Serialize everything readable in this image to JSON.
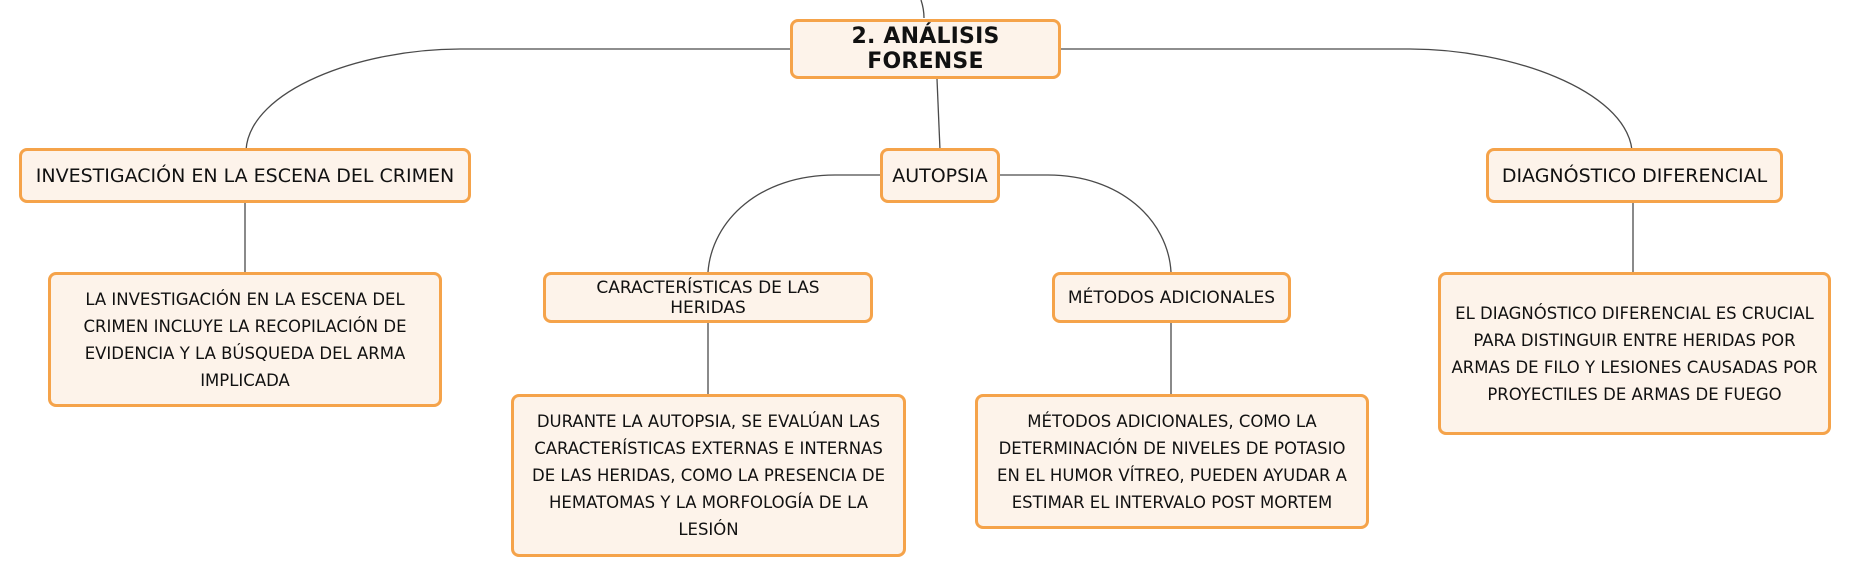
{
  "map": {
    "root": "2. ANÁLISIS FORENSE",
    "branches": {
      "escena": {
        "label": "INVESTIGACIÓN EN LA ESCENA DEL CRIMEN",
        "detail": "LA INVESTIGACIÓN EN LA ESCENA DEL CRIMEN INCLUYE LA RECOPILACIÓN DE EVIDENCIA Y LA BÚSQUEDA DEL ARMA IMPLICADA"
      },
      "autopsia": {
        "label": "AUTOPSIA",
        "heridas": {
          "label": "CARACTERÍSTICAS DE LAS HERIDAS",
          "detail": "DURANTE LA AUTOPSIA, SE EVALÚAN LAS CARACTERÍSTICAS EXTERNAS E INTERNAS DE LAS HERIDAS, COMO LA PRESENCIA DE HEMATOMAS Y LA MORFOLOGÍA DE LA LESIÓN"
        },
        "metodos": {
          "label": "MÉTODOS ADICIONALES",
          "detail": "MÉTODOS ADICIONALES, COMO LA DETERMINACIÓN DE NIVELES DE POTASIO EN EL HUMOR VÍTREO, PUEDEN AYUDAR A ESTIMAR EL INTERVALO POST MORTEM"
        }
      },
      "diagnostico": {
        "label": "DIAGNÓSTICO DIFERENCIAL",
        "detail": "EL DIAGNÓSTICO DIFERENCIAL ES CRUCIAL PARA DISTINGUIR ENTRE HERIDAS POR ARMAS DE FILO Y LESIONES CAUSADAS POR PROYECTILES DE ARMAS DE FUEGO"
      }
    },
    "colors": {
      "node_fill": "#fdf3ea",
      "node_border": "#f5a34a",
      "connector": "#4a4a4a"
    }
  }
}
